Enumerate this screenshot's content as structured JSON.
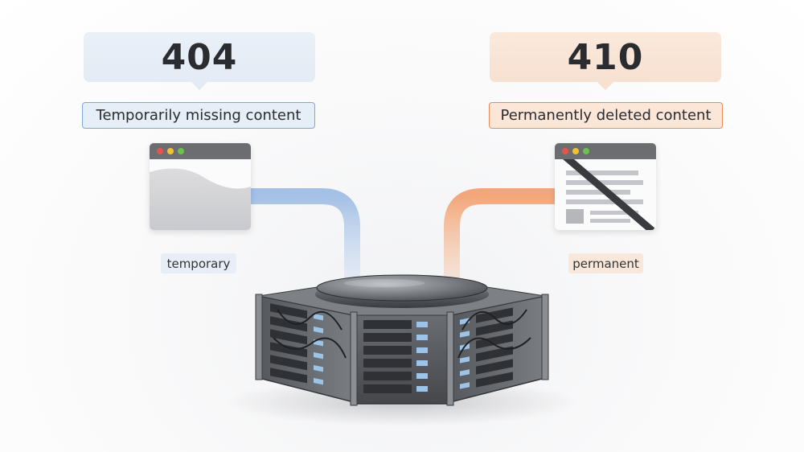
{
  "status_404": {
    "code": "404",
    "description": "Temporarily missing content",
    "tag": "temporary",
    "accent": "#7fa7d6"
  },
  "status_410": {
    "code": "410",
    "description": "Permanently deleted content",
    "tag": "permanent",
    "accent": "#e98a58"
  },
  "icons": {
    "left_browser": "blank-browser-window-icon",
    "right_browser": "crossed-out-document-window-icon",
    "center": "server-rack-cluster-icon"
  }
}
